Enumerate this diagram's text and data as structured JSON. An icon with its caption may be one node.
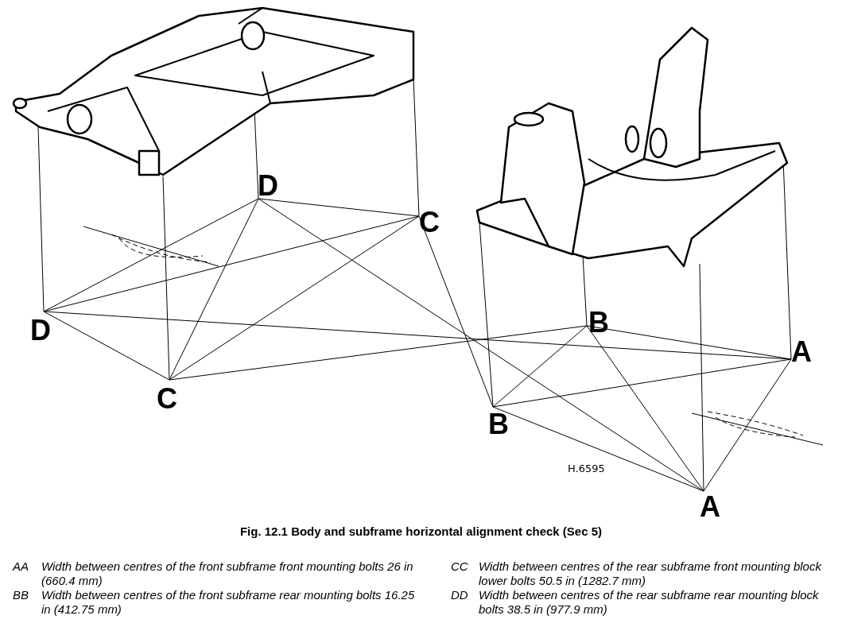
{
  "diagram": {
    "caption": "Fig. 12.1 Body and subframe horizontal alignment check (Sec 5)",
    "labels": [
      "D",
      "C",
      "D",
      "B",
      "A",
      "C",
      "B",
      "H.6595",
      "A",
      "AA",
      "Width between centres of the front subframe front mounting bolts 26 in (660.4 mm)",
      "CC",
      "Width between centres of the rear subframe front mounting block lower bolts 50.5 in (1282.7 mm)",
      "BB",
      "Width between centres of the front subframe rear mounting bolts 16.25 in (412.75 mm)",
      "DD",
      "Width between centres of the rear subframe rear mounting block bolts 38.5 in (977.9 mm)"
    ]
  }
}
